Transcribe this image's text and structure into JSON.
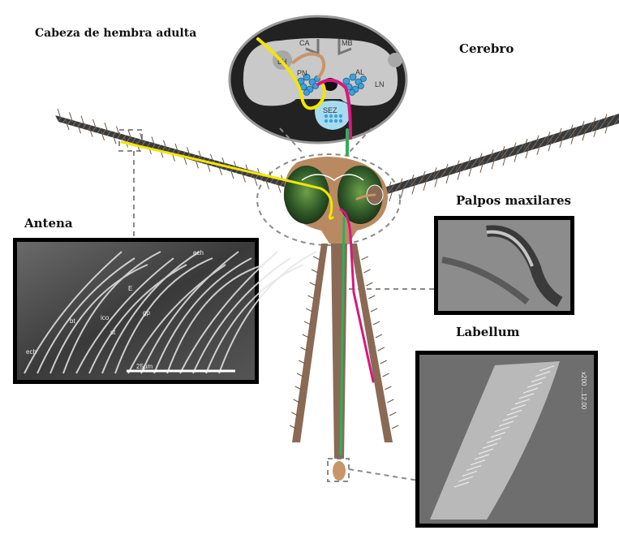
{
  "labels": {
    "title": "Cabeza de hembra adulta",
    "brain": "Cerebro",
    "antenna": "Antena",
    "palps": "Palpos maxilares",
    "labellum": "Labellum"
  },
  "brain_regions": {
    "ca": "CA",
    "mb": "MB",
    "lh": "LH",
    "pn": "PN",
    "al": "AL",
    "ln": "LN",
    "sez": "SEZ"
  },
  "antenna_panel": {
    "ech_top": "ech",
    "e": "E",
    "bt": "bt",
    "ico": "ico",
    "gp": "gp",
    "st": "st",
    "ech_bottom": "ech",
    "scale": "25µm"
  },
  "labellum_panel": {
    "side_text": "x200 ...12.00"
  },
  "colors": {
    "yellow_pathway": "#f2e600",
    "magenta_pathway": "#d6197c",
    "green_pathway": "#2fae5a",
    "tan_pathway": "#c8956a",
    "glomeruli": "#3fa0d8",
    "sez": "#a6dcef",
    "brain": "#c9c9c9",
    "proboscis": "#8a6a55"
  }
}
